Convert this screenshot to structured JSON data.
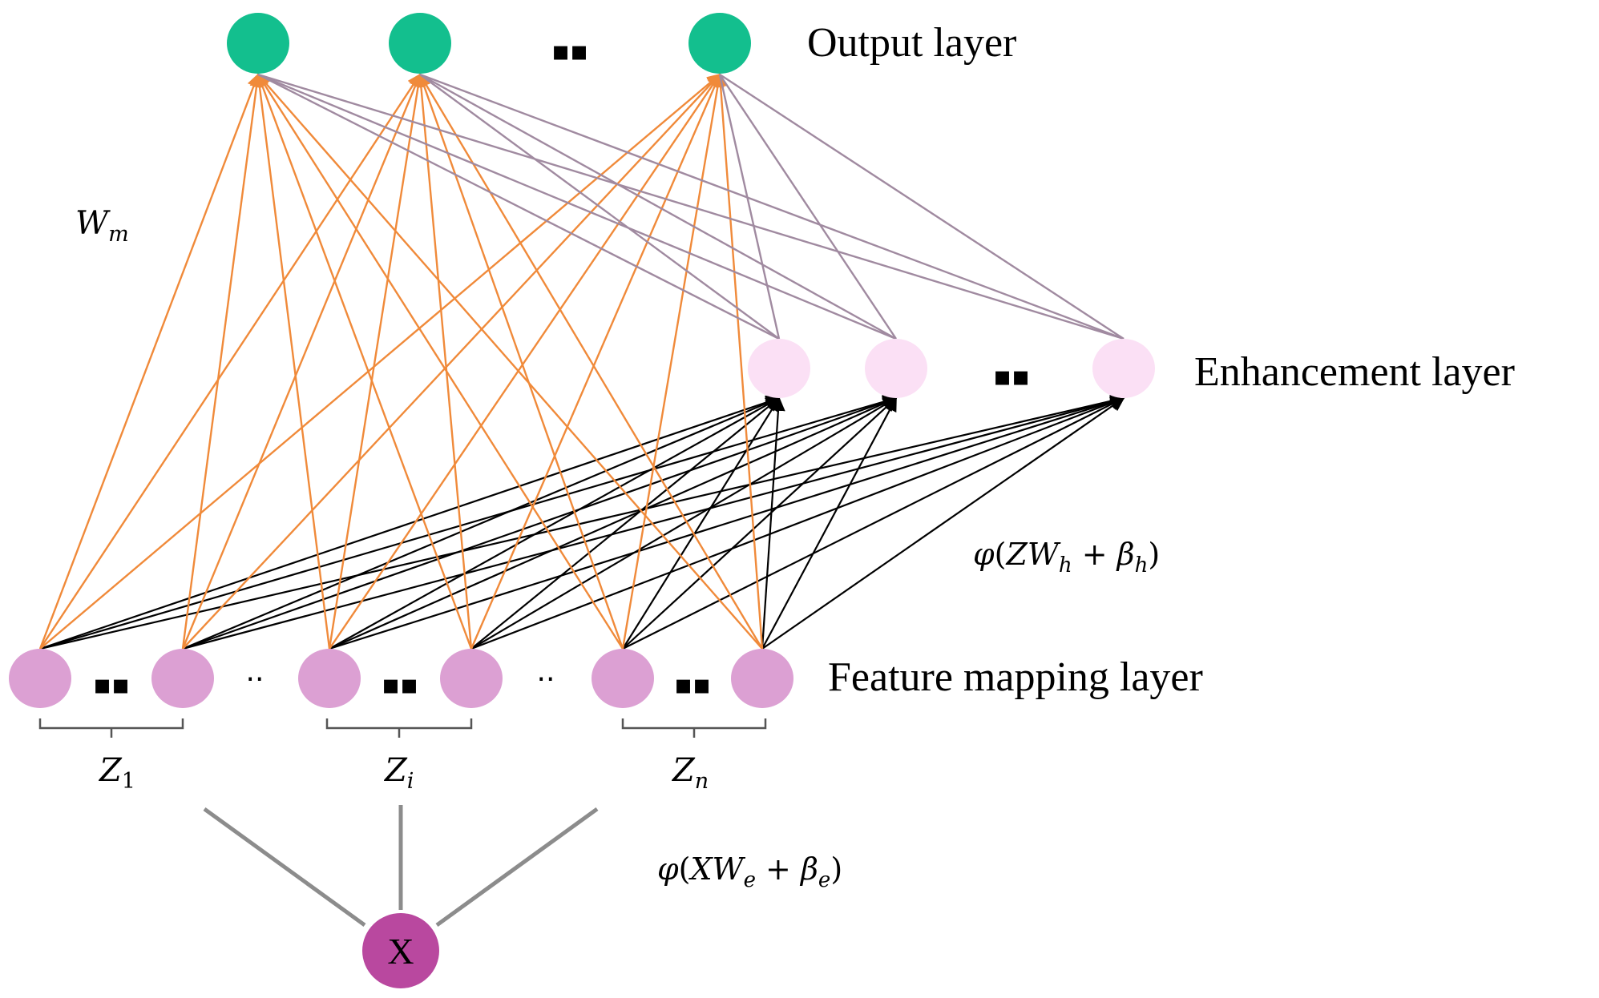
{
  "layers": {
    "output": {
      "label": "Output layer",
      "node_count": 3,
      "ellipsis": "▪▪"
    },
    "enhancement": {
      "label": "Enhancement layer",
      "node_count": 3,
      "ellipsis": "▪▪"
    },
    "feature": {
      "label": "Feature mapping layer",
      "node_count": 6,
      "ellipsis_group": "▪▪",
      "ellipsis_between": "··"
    }
  },
  "input": {
    "label": "X"
  },
  "groups": [
    {
      "var": "Z",
      "sub": "1"
    },
    {
      "var": "Z",
      "sub": "i"
    },
    {
      "var": "Z",
      "sub": "n"
    }
  ],
  "formulas": {
    "weight": {
      "var": "W",
      "sub": "m"
    },
    "enhancement": {
      "phi": "φ",
      "open": "(",
      "z": "Z",
      "w": "W",
      "w_sub": "h",
      "plus": " + ",
      "beta": "β",
      "beta_sub": "h",
      "close": ")"
    },
    "feature": {
      "phi": "φ",
      "open": "(",
      "x": "X",
      "w": "W",
      "w_sub": "e",
      "plus": " + ",
      "beta": "β",
      "beta_sub": "e",
      "close": ")"
    }
  },
  "colors": {
    "output_node": "#13bf8e",
    "enhancement_node": "#fbe0f5",
    "feature_node": "#dca0d3",
    "input_node": "#b9489f",
    "orange_edge": "#f08a3a",
    "blend_edge": "#a08aa0",
    "black_edge": "#000000",
    "gray_edge": "#8c8c8c"
  }
}
